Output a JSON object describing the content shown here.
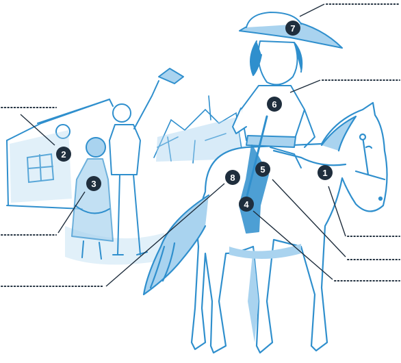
{
  "colors": {
    "ink": "#2f8fcd",
    "wash": "#a9d3ef",
    "badge": "#1f2e3d",
    "leader": "#1f2e3d"
  },
  "markers": [
    {
      "number": "1"
    },
    {
      "number": "2"
    },
    {
      "number": "3"
    },
    {
      "number": "4"
    },
    {
      "number": "5"
    },
    {
      "number": "6"
    },
    {
      "number": "7"
    },
    {
      "number": "8"
    }
  ]
}
